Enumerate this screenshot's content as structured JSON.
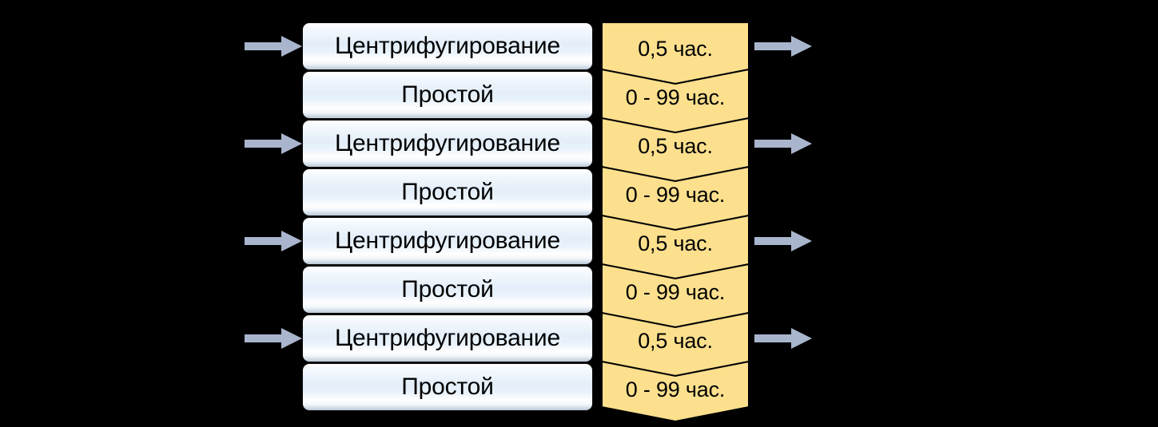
{
  "diagram": {
    "title": "Cyclic centrifugation process timeline",
    "colors": {
      "background": "#000000",
      "box_border": "#0c0c0c",
      "box_fill_light": "#eaf3fb",
      "box_fill_white": "#ffffff",
      "chevron_fill": "#fce08d",
      "chevron_stroke": "#000000",
      "arrow_fill": "#a9b5cd",
      "text": "#000000"
    },
    "process_boxes": [
      {
        "label": "Центрифугирование",
        "has_arrows": true
      },
      {
        "label": "Простой",
        "has_arrows": false
      },
      {
        "label": "Центрифугирование",
        "has_arrows": true
      },
      {
        "label": "Простой",
        "has_arrows": false
      },
      {
        "label": "Центрифугирование",
        "has_arrows": true
      },
      {
        "label": "Простой",
        "has_arrows": false
      },
      {
        "label": "Центрифугирование",
        "has_arrows": true
      },
      {
        "label": "Простой",
        "has_arrows": false
      }
    ],
    "duration_chevrons": [
      {
        "label": "0,5 час."
      },
      {
        "label": "0 - 99 час."
      },
      {
        "label": "0,5 час."
      },
      {
        "label": "0 - 99 час."
      },
      {
        "label": "0,5 час."
      },
      {
        "label": "0 - 99 час."
      },
      {
        "label": "0,5 час."
      },
      {
        "label": "0 - 99 час."
      }
    ],
    "arrows_in": [
      {
        "name": "input-arrow-1"
      },
      {
        "name": "input-arrow-2"
      },
      {
        "name": "input-arrow-3"
      },
      {
        "name": "input-arrow-4"
      }
    ],
    "arrows_out": [
      {
        "name": "output-arrow-1"
      },
      {
        "name": "output-arrow-2"
      },
      {
        "name": "output-arrow-3"
      },
      {
        "name": "output-arrow-4"
      }
    ]
  }
}
